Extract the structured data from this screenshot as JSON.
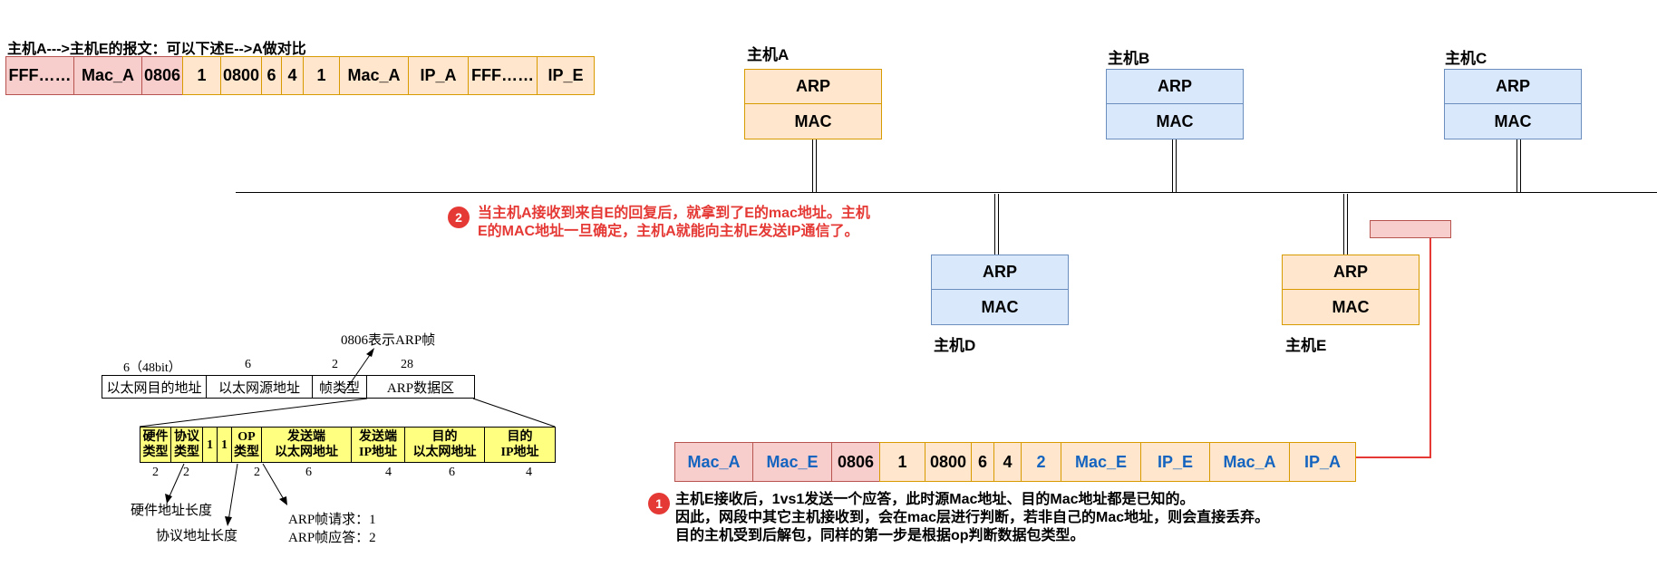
{
  "top_packet": {
    "title": "主机A--->主机E的报文：可以下述E-->A做对比",
    "cells": [
      "FFF……",
      "Mac_A",
      "0806",
      "1",
      "0800",
      "6",
      "4",
      "1",
      "Mac_A",
      "IP_A",
      "FFF……",
      "IP_E"
    ]
  },
  "hosts": {
    "a": {
      "name": "主机A",
      "arp": "ARP",
      "mac": "MAC"
    },
    "b": {
      "name": "主机B",
      "arp": "ARP",
      "mac": "MAC"
    },
    "c": {
      "name": "主机C",
      "arp": "ARP",
      "mac": "MAC"
    },
    "d": {
      "name": "主机D",
      "arp": "ARP",
      "mac": "MAC"
    },
    "e": {
      "name": "主机E",
      "arp": "ARP",
      "mac": "MAC"
    }
  },
  "note2": {
    "badge": "2",
    "line1": "当主机A接收到来自E的回复后，就拿到了E的mac地址。主机",
    "line2": "E的MAC地址一旦确定，主机A就能向主机E发送IP通信了。"
  },
  "reply_packet": {
    "cells": [
      "Mac_A",
      "Mac_E",
      "0806",
      "1",
      "0800",
      "6",
      "4",
      "2",
      "Mac_E",
      "IP_E",
      "Mac_A",
      "IP_A"
    ]
  },
  "note1": {
    "badge": "1",
    "line1": "主机E接收后，1vs1发送一个应答，此时源Mac地址、目的Mac地址都是已知的。",
    "line2": "因此，网段中其它主机接收到，会在mac层进行判断，若非自己的Mac地址，则会直接丢弃。",
    "line3": "目的主机受到后解包，同样的第一步是根据op判断数据包类型。"
  },
  "frame": {
    "callout": "0806表示ARP帧",
    "sizes": [
      "6（48bit）",
      "6",
      "2",
      "28"
    ],
    "fields": [
      "以太网目的地址",
      "以太网源地址",
      "帧类型",
      "ARP数据区"
    ],
    "arp_fields": [
      "硬件\n类型",
      "协议\n类型",
      "1",
      "1",
      "OP\n类型",
      "发送端\n以太网地址",
      "发送端\nIP地址",
      "目的\n以太网地址",
      "目的\nIP地址"
    ],
    "arp_sizes": [
      "2",
      "2",
      "2",
      "6",
      "4",
      "6",
      "4"
    ],
    "hw_len_label": "硬件地址长度",
    "proto_len_label": "协议地址长度",
    "op_request": "ARP帧请求：1",
    "op_reply": "ARP帧应答：2"
  },
  "colors": {
    "pink": "#f8cecc",
    "peach": "#ffe6cc",
    "blue_box": "#dae8fc",
    "red": "#e53935",
    "yellow": "#ffff80",
    "blue_text": "#1565c0"
  }
}
